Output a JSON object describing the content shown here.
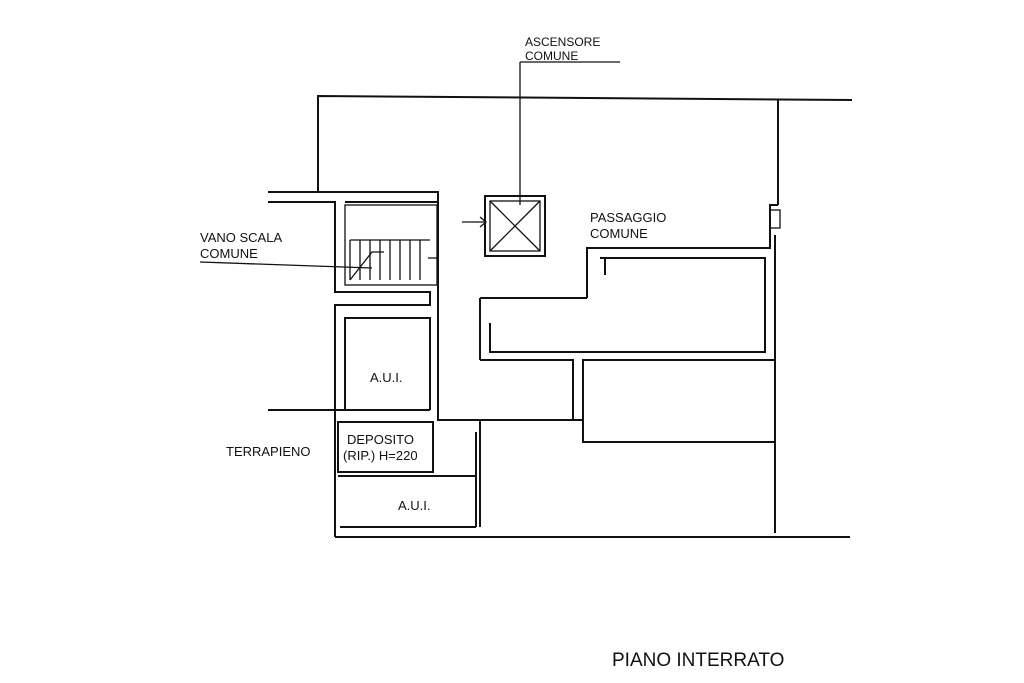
{
  "labels": {
    "ascensore_line1": "ASCENSORE",
    "ascensore_line2": "COMUNE",
    "vano_scala_line1": "VANO SCALA",
    "vano_scala_line2": "COMUNE",
    "passaggio_line1": "PASSAGGIO",
    "passaggio_line2": "COMUNE",
    "aui_upper": "A.U.I.",
    "deposito_line1": "DEPOSITO",
    "deposito_line2": "(RIP.) H=220",
    "terrapieno": "TERRAPIENO",
    "aui_lower": "A.U.I."
  },
  "plan_title": "PIANO INTERRATO"
}
